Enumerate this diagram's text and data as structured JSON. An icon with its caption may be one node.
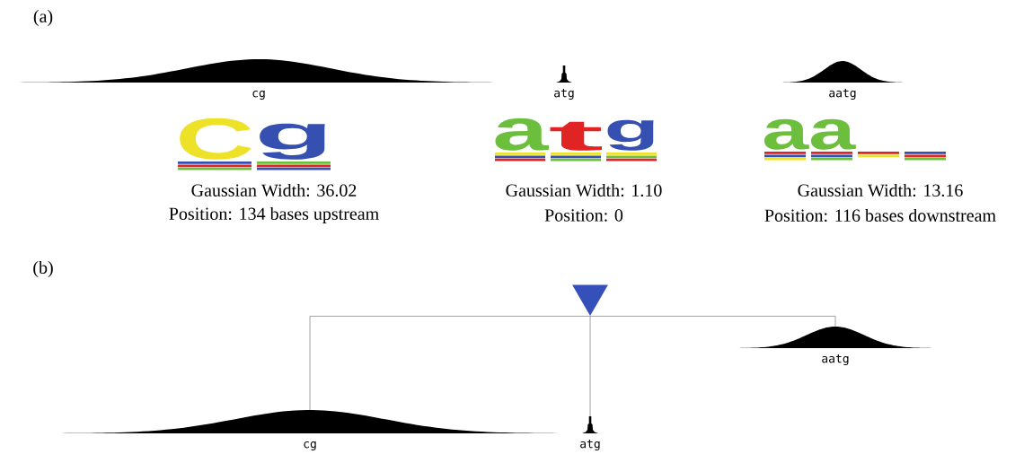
{
  "diagram": {
    "nodes": [
      {
        "text": [
          "cg"
        ]
      },
      {
        "text": [
          "atg"
        ]
      },
      {
        "text": [
          "aatg"
        ]
      },
      {
        "text": [
          "C",
          "g"
        ],
        "beside": [
          "Gaussian Width: 36.02",
          "Position: 134 bases upstream"
        ]
      },
      {
        "text": [
          "a",
          "t",
          "g"
        ],
        "beside": [
          "Gaussian Width: 1.10",
          "Position: 0"
        ]
      },
      {
        "text": [
          "a",
          "a"
        ],
        "beside": [
          "Gaussian Width: 13.16",
          "Position: 116 bases downstream"
        ]
      },
      {
        "text": [],
        "shape": "triangle"
      },
      {
        "text": [
          "cg"
        ]
      },
      {
        "text": [
          "atg"
        ]
      },
      {
        "text": [
          "aatg"
        ]
      }
    ],
    "edges": [
      {
        "from": 6,
        "to": 7,
        "arrow": "none"
      },
      {
        "from": 6,
        "to": 8,
        "arrow": "none"
      },
      {
        "from": 6,
        "to": 9,
        "arrow": "none"
      }
    ],
    "labels": [
      "(a)",
      "(b)"
    ]
  }
}
